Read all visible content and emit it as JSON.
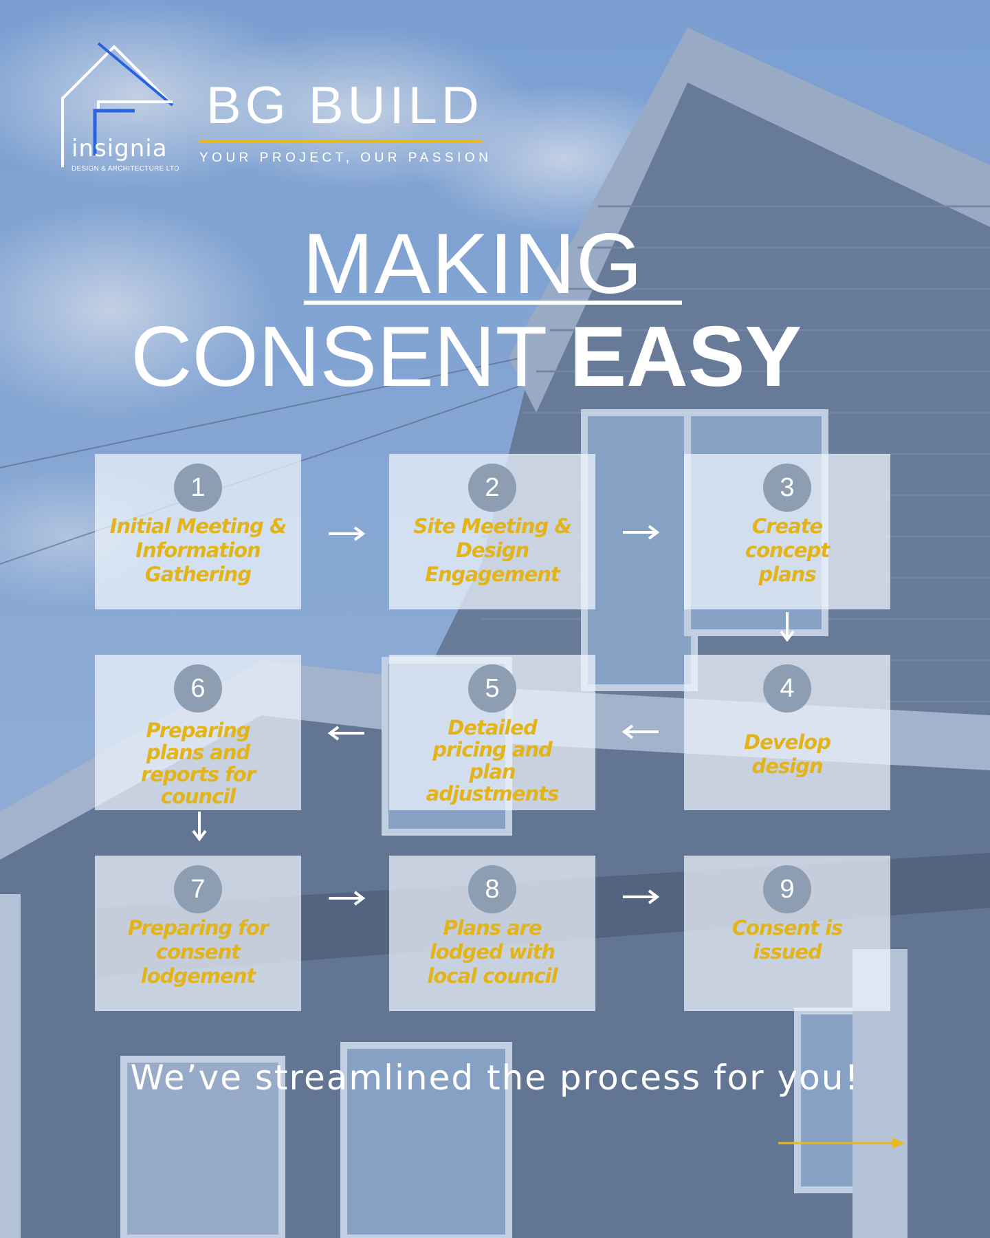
{
  "logo": {
    "name": "insignia",
    "subtitle": "DESIGN & ARCHITECTURE LTD"
  },
  "brand": {
    "name": "BG BUILD",
    "tagline": "YOUR PROJECT, OUR PASSION",
    "accent_color": "#e7b91d"
  },
  "headline": {
    "line1": "MAKING",
    "line2_regular": "CONSENT ",
    "line2_bold": "EASY"
  },
  "steps": [
    {
      "number": "1",
      "label": "Initial Meeting & Information Gathering"
    },
    {
      "number": "2",
      "label": "Site Meeting & Design Engagement"
    },
    {
      "number": "3",
      "label": "Create concept plans"
    },
    {
      "number": "4",
      "label": "Develop design"
    },
    {
      "number": "5",
      "label": "Detailed pricing and plan adjustments"
    },
    {
      "number": "6",
      "label": "Preparing plans and reports for council"
    },
    {
      "number": "7",
      "label": "Preparing for consent lodgement"
    },
    {
      "number": "8",
      "label": "Plans are lodged with local council"
    },
    {
      "number": "9",
      "label": "Consent is issued"
    }
  ],
  "footer": {
    "text": "We’ve streamlined the process for you!"
  },
  "colors": {
    "step_text": "#e3b419",
    "number_circle": "#8d9eb2"
  }
}
